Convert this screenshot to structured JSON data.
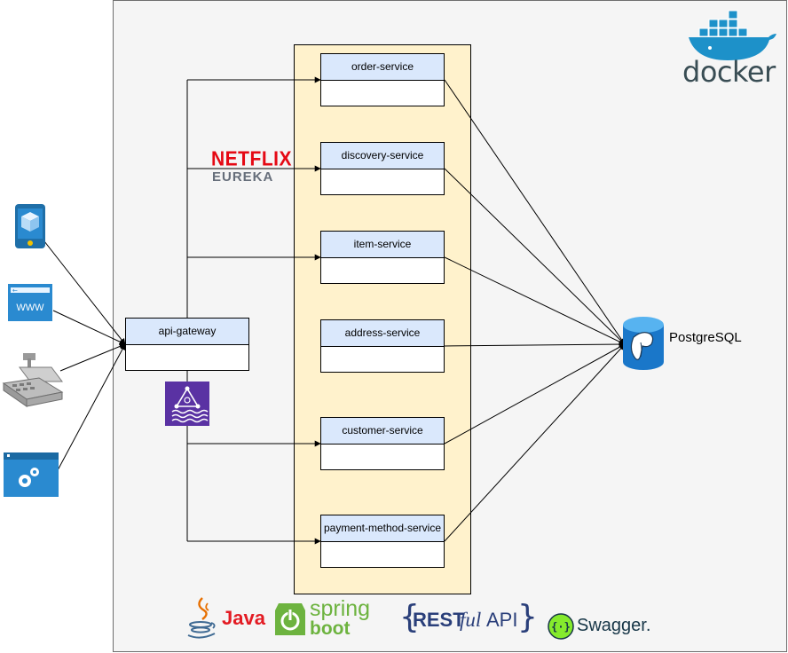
{
  "services": [
    {
      "label": "order-service"
    },
    {
      "label": "discovery-service"
    },
    {
      "label": "item-service"
    },
    {
      "label": "address-service"
    },
    {
      "label": "customer-service"
    },
    {
      "label": "payment-method-service"
    }
  ],
  "gateway": {
    "label": "api-gateway"
  },
  "database": {
    "label": "PostgreSQL"
  },
  "logos": {
    "docker": "docker",
    "netflix": "NETFLIX",
    "eureka": "EUREKA",
    "java": "Java",
    "spring_top": "spring",
    "spring_bottom": "boot",
    "rest_open": "{",
    "rest_bold": "REST",
    "rest_italic": "ful",
    "rest_api": "API",
    "rest_close": "}",
    "swagger": "Swagger.",
    "www": "WWW"
  },
  "colors": {
    "panel": "#fff2cc",
    "service_header": "#dae8fc",
    "docker_blue": "#2496ed",
    "netflix_red": "#e50914",
    "spring_green": "#6db33f",
    "kafka_purple": "#5a32a3",
    "java_red": "#e76f00",
    "swagger_green": "#85ea2d"
  }
}
